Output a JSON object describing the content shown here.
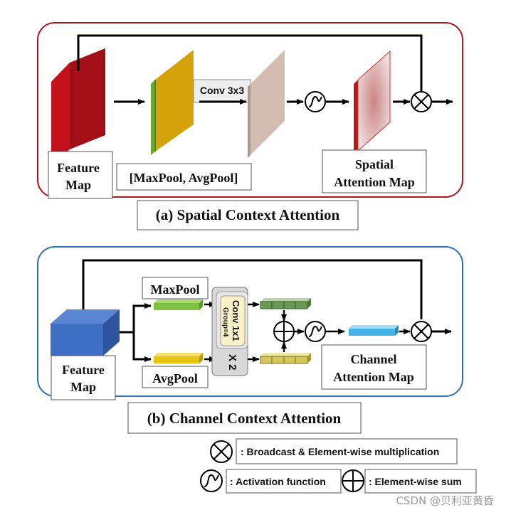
{
  "panel_a": {
    "feature_map": [
      "Feature",
      "Map"
    ],
    "pool_label": "[MaxPool, AvgPool]",
    "conv_label": "Conv 3x3",
    "attention_map": [
      "Spatial",
      "Attention Map"
    ],
    "caption": "(a) Spatial Context Attention",
    "colors": {
      "border": "#b0161e",
      "feature": "#c3121b",
      "pool_face": "#d6a20a",
      "pool_edge": "#6ea832",
      "conv_out": "#d3bdb2",
      "attn": "#cf6d6d"
    }
  },
  "panel_b": {
    "feature_map": [
      "Feature",
      "Map"
    ],
    "maxpool_label": "MaxPool",
    "avgpool_label": "AvgPool",
    "conv_label": "Conv 1x1",
    "group_label": "Group=4",
    "repeat_label": "X 2",
    "attention_map": [
      "Channel",
      "Attention Map"
    ],
    "caption": "(b) Channel Context Attention",
    "colors": {
      "border": "#2a73b8",
      "feature": "#3f6fc4",
      "maxpool_bar": "#7fc241",
      "avgpool_bar": "#e6c212",
      "attn_bar": "#45b3e6"
    }
  },
  "legend": {
    "multiply": ": Broadcast & Element-wise multiplication",
    "activation": ": Activation function",
    "sum": ": Element-wise sum"
  },
  "watermark": "CSDN @贝利亚黄昏"
}
